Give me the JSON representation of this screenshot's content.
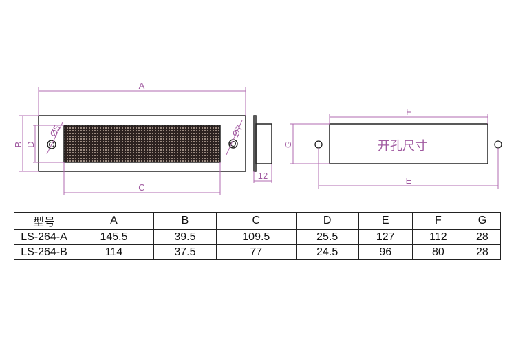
{
  "drawing": {
    "dim_labels": {
      "A": "A",
      "B": "B",
      "C": "C",
      "D": "D",
      "E": "E",
      "F": "F",
      "G": "G",
      "depth": "12"
    },
    "hole_labels": {
      "left": "Ø5",
      "right": "Ø7"
    },
    "cutout_label": "开孔尺寸",
    "colors": {
      "dimension": "#b26bb0",
      "outline": "#222222",
      "mesh": "#3a2e2a"
    }
  },
  "table": {
    "headers": [
      "型号",
      "A",
      "B",
      "C",
      "D",
      "E",
      "F",
      "G"
    ],
    "rows": [
      [
        "LS-264-A",
        "145.5",
        "39.5",
        "109.5",
        "25.5",
        "127",
        "112",
        "28"
      ],
      [
        "LS-264-B",
        "114",
        "37.5",
        "77",
        "24.5",
        "96",
        "80",
        "28"
      ]
    ]
  }
}
